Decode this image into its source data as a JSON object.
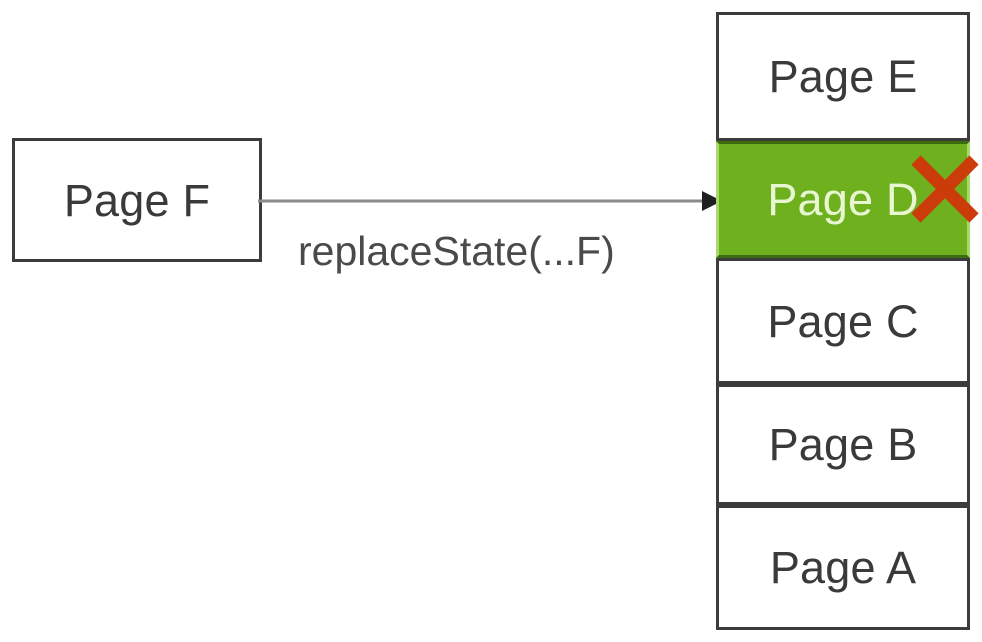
{
  "diagram": {
    "title": "History stack replaceState diagram",
    "colors": {
      "highlight_fill": "#6fb01f",
      "highlight_border": "#a8d96a",
      "box_border": "#3c3c3c",
      "text": "#3a3a3a",
      "highlight_text": "#e8f7d2",
      "x_mark": "#cc3c0a",
      "arrow": "#8a8a8a",
      "background": "#ffffff"
    },
    "source": {
      "label": "Page F",
      "name": "page-f-box"
    },
    "connector": {
      "label": "replaceState(...F)",
      "icon": "arrow-right-icon",
      "direction": "right"
    },
    "marker": {
      "icon": "red-x-icon",
      "meaning": "entry removed / replaced",
      "target": "Page D"
    },
    "stack": {
      "name": "history-stack",
      "items": [
        {
          "label": "Page E",
          "highlighted": false
        },
        {
          "label": "Page D",
          "highlighted": true
        },
        {
          "label": "Page C",
          "highlighted": false
        },
        {
          "label": "Page B",
          "highlighted": false
        },
        {
          "label": "Page A",
          "highlighted": false
        }
      ]
    }
  }
}
